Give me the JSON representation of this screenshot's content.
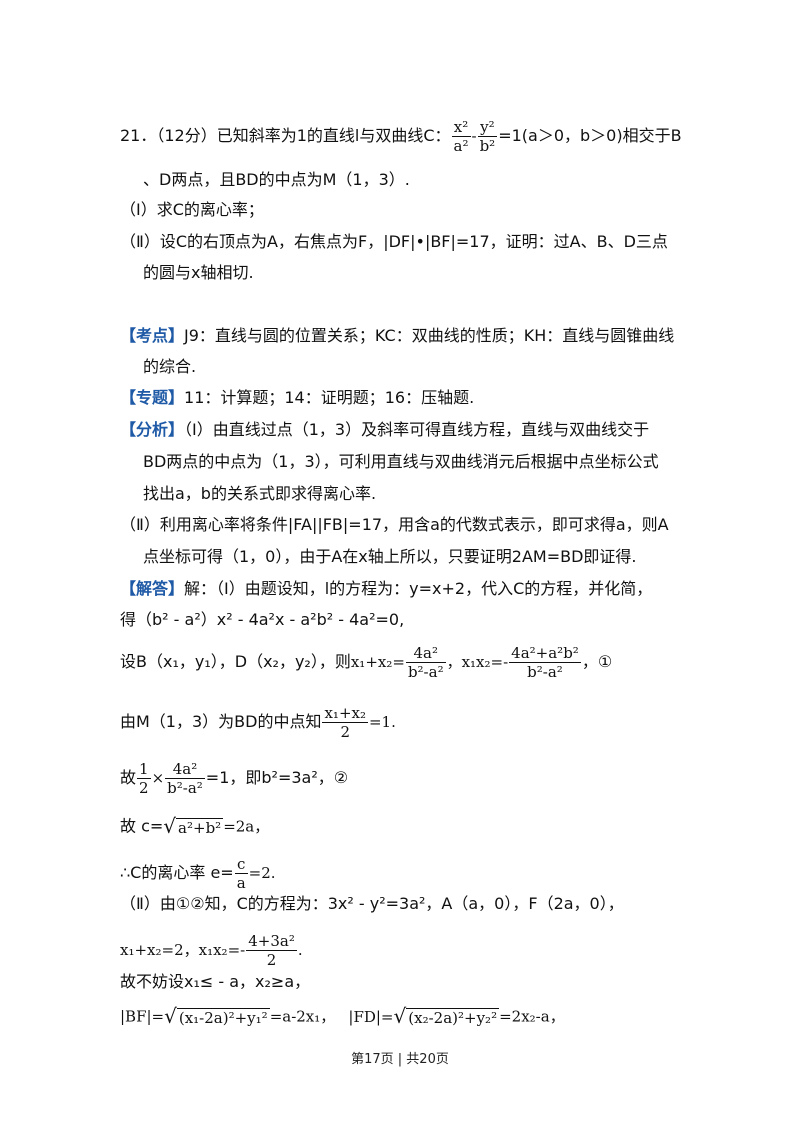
{
  "problem": {
    "l1a": "21．（12分）已知斜率为1的直线l与双曲线C：",
    "l1_f1n": "x²",
    "l1_f1d": "a²",
    "l1_minus": "-",
    "l1_f2n": "y²",
    "l1_f2d": "b²",
    "l1b": "=1(a＞0，b＞0)相交于B",
    "l2": "、D两点，且BD的中点为M（1，3）.",
    "l3": "（Ⅰ）求C的离心率；",
    "l4": "（Ⅱ）设C的右顶点为A，右焦点为F，|DF|•|BF|=17，证明：过A、B、D三点",
    "l5": "的圆与x轴相切."
  },
  "kaodian": {
    "tag": "【考点】",
    "l1": "J9：直线与圆的位置关系；KC：双曲线的性质；KH：直线与圆锥曲线",
    "l2": "的综合."
  },
  "zhuanti": {
    "tag": "【专题】",
    "l1": "11：计算题；14：证明题；16：压轴题."
  },
  "fenxi": {
    "tag": "【分析】",
    "l1": "（Ⅰ）由直线过点（1，3）及斜率可得直线方程，直线与双曲线交于",
    "l2": "BD两点的中点为（1，3），可利用直线与双曲线消元后根据中点坐标公式",
    "l3": "找出a，b的关系式即求得离心率.",
    "l4": "（Ⅱ）利用离心率将条件|FA||FB|=17，用含a的代数式表示，即可求得a，则A",
    "l5": "点坐标可得（1，0），由于A在x轴上所以，只要证明2AM=BD即证得."
  },
  "jieda": {
    "tag": "【解答】",
    "l1": "解：（Ⅰ）由题设知，l的方程为：y=x+2，代入C的方程，并化简，",
    "l2": "得（b² - a²）x² - 4a²x - a²b² - 4a²=0,",
    "l3a": "设B（x₁，y₁），D（x₂，y₂），则",
    "l3_sum": "x₁+x₂=",
    "l3_f1n": "4a²",
    "l3_f1d": "b²-a²",
    "l3_prod": "，x₁x₂=-",
    "l3_f2n": "4a²+a²b²",
    "l3_f2d": "b²-a²",
    "l3_end": "，①",
    "l4a": "由M（1，3）为BD的中点知",
    "l4_fn": "x₁+x₂",
    "l4_fd": "2",
    "l4_end": "=1.",
    "l5a": "故",
    "l5_hn": "1",
    "l5_hd": "2",
    "l5_x": "×",
    "l5_fn": "4a²",
    "l5_fd": "b²-a²",
    "l5_end": "=1，即b²=3a²，②",
    "l6a": "故 c=",
    "l6_rad": "√",
    "l6_in": "a²+b²",
    "l6_end": "=2a，",
    "l7a": "∴C的离心率 e=",
    "l7_fn": "c",
    "l7_fd": "a",
    "l7_end": "=2.",
    "l8": "（Ⅱ）由①②知，C的方程为：3x² - y²=3a²，A（a，0），F（2a，0），",
    "l9a": "x₁+x₂=2，x₁x₂=-",
    "l9_fn": "4+3a²",
    "l9_fd": "2",
    "l9_end": ".",
    "l10": "故不妨设x₁≤ - a，x₂≥a，",
    "l11a": "|BF|=",
    "l11_rad": "√",
    "l11_in": "(x₁-2a)²+y₁²",
    "l11_b": "=a-2x₁，",
    "l11c": "|FD|=",
    "l11_rad2": "√",
    "l11_in2": "(x₂-2a)²+y₂²",
    "l11_d": "=2x₂-a，"
  },
  "footer": "第17页 | 共20页"
}
